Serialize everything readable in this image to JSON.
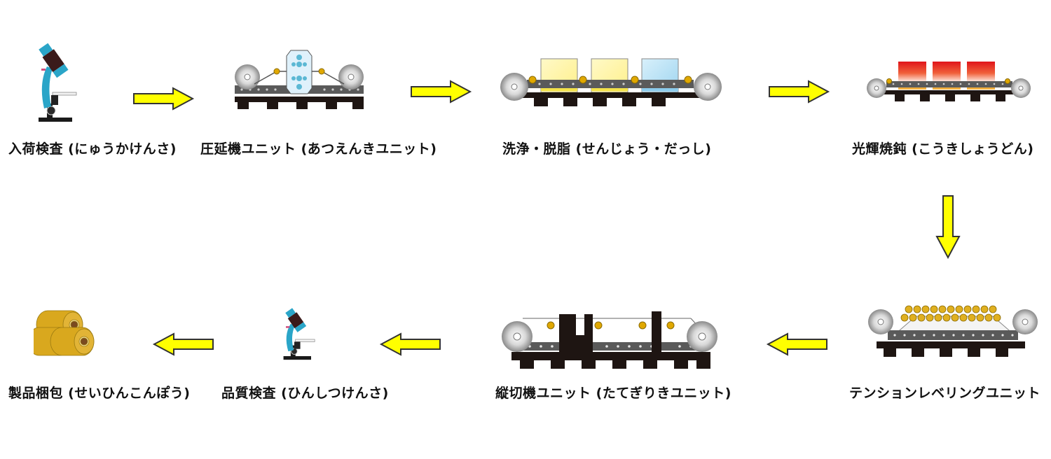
{
  "title": "Manufacturing process flow",
  "steps": [
    {
      "id": "receiving-inspection",
      "label": "入荷検査 (にゅうかけんさ)",
      "icon": "microscope"
    },
    {
      "id": "rolling-mill-unit",
      "label": "圧延機ユニット (あつえんきユニット)",
      "icon": "rolling-mill"
    },
    {
      "id": "cleaning-degreasing",
      "label": "洗浄・脱脂 (せんじょう・だっし)",
      "icon": "cleaning-line"
    },
    {
      "id": "bright-annealing",
      "label": "光輝焼鈍 (こうきしょうどん)",
      "icon": "annealing-furnace"
    },
    {
      "id": "tension-leveling-unit",
      "label": "テンションレベリングユニット",
      "icon": "tension-leveler"
    },
    {
      "id": "slitter-unit",
      "label": "縦切機ユニット (たてぎりきユニット)",
      "icon": "slitter"
    },
    {
      "id": "quality-inspection",
      "label": "品質検査 (ひんしつけんさ)",
      "icon": "microscope"
    },
    {
      "id": "product-packing",
      "label": "製品梱包 (せいひんこんぽう)",
      "icon": "coils"
    }
  ],
  "arrows": [
    {
      "from": "receiving-inspection",
      "to": "rolling-mill-unit",
      "direction": "right"
    },
    {
      "from": "rolling-mill-unit",
      "to": "cleaning-degreasing",
      "direction": "right"
    },
    {
      "from": "cleaning-degreasing",
      "to": "bright-annealing",
      "direction": "right"
    },
    {
      "from": "bright-annealing",
      "to": "tension-leveling-unit",
      "direction": "down"
    },
    {
      "from": "tension-leveling-unit",
      "to": "slitter-unit",
      "direction": "left"
    },
    {
      "from": "slitter-unit",
      "to": "quality-inspection",
      "direction": "left"
    },
    {
      "from": "quality-inspection",
      "to": "product-packing",
      "direction": "left"
    }
  ],
  "colors": {
    "arrow_fill": "#ffff00",
    "arrow_stroke": "#333333",
    "machine_base": "#1e1512",
    "belt": "#6b6b6b",
    "roller": "#e0a800",
    "tank_yellow": "#fff3a0",
    "tank_blue": "#bfe4f7",
    "furnace_red": "#e31b1b",
    "coil_gold": "#d9a81e"
  }
}
